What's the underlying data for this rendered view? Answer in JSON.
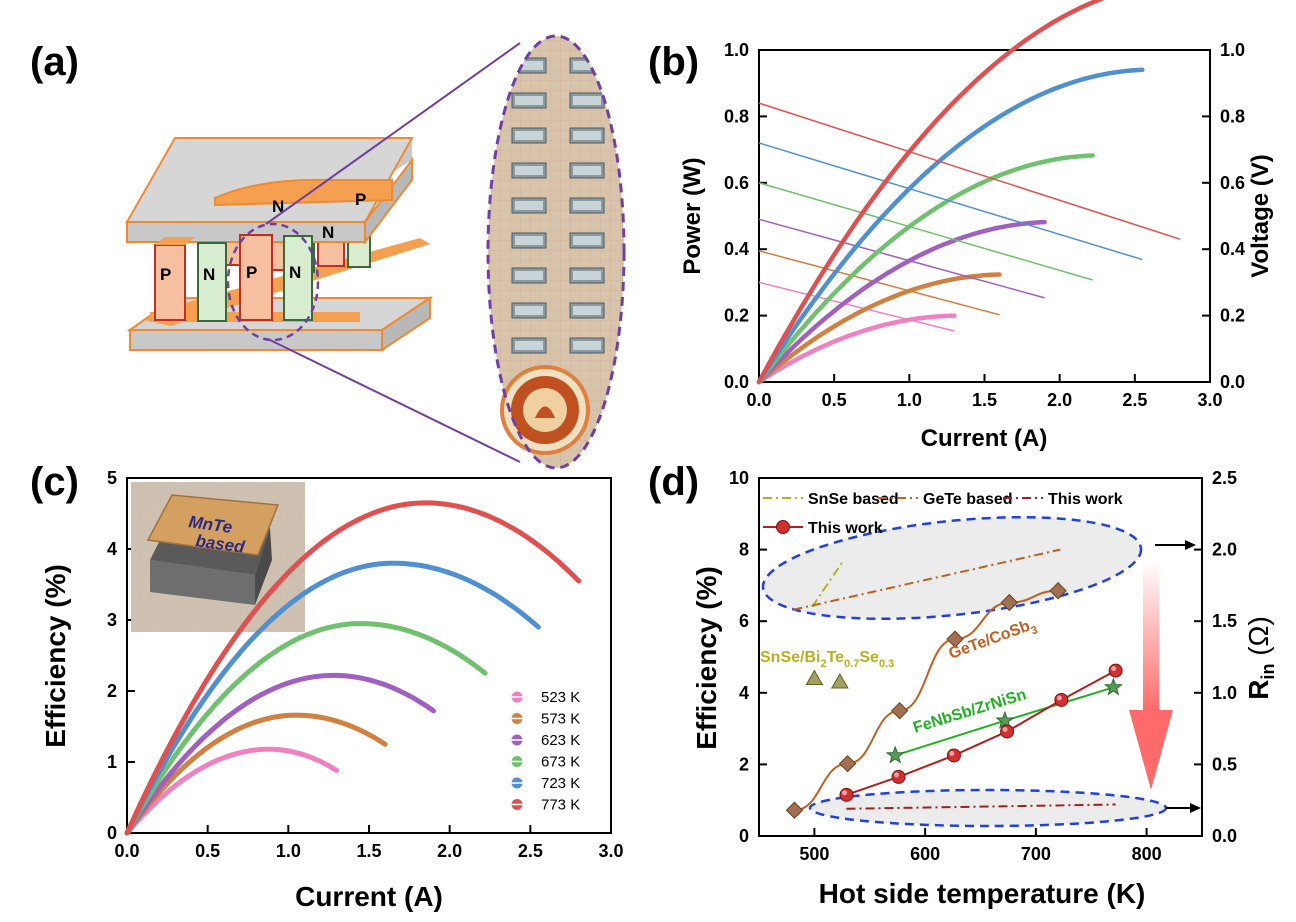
{
  "panels": {
    "a": {
      "label": "(a)",
      "leg_p": "P",
      "leg_n": "N",
      "inset_b": "MnTe",
      "inset_c": "based"
    },
    "b": {
      "label": "(b)"
    },
    "c": {
      "label": "(c)"
    },
    "d": {
      "label": "(d)"
    }
  },
  "colors": {
    "523": "#f080c0",
    "573": "#d08040",
    "623": "#a060c0",
    "673": "#70c070",
    "723": "#5090d0",
    "773": "#e05050"
  },
  "chart_data": [
    {
      "id": "b",
      "type": "line",
      "xlabel": "Current (A)",
      "ylabel": "Power (W)",
      "y2label": "Voltage (V)",
      "xlim": [
        0,
        3.0
      ],
      "ylim": [
        0,
        1.0
      ],
      "y2lim": [
        0,
        1.0
      ],
      "xticks": [
        "0.0",
        "0.5",
        "1.0",
        "1.5",
        "2.0",
        "2.5",
        "3.0"
      ],
      "yticks": [
        "0.0",
        "0.2",
        "0.4",
        "0.6",
        "0.8",
        "1.0"
      ],
      "y2ticks": [
        "0.0",
        "0.2",
        "0.4",
        "0.6",
        "0.8",
        "1.0"
      ],
      "series": [
        {
          "key": "523",
          "voc": 0.3,
          "isc": 1.3,
          "imax": 1.3
        },
        {
          "key": "573",
          "voc": 0.395,
          "isc": 1.6,
          "imax": 1.6
        },
        {
          "key": "623",
          "voc": 0.49,
          "isc": 1.92,
          "imax": 1.9
        },
        {
          "key": "673",
          "voc": 0.6,
          "isc": 2.22,
          "imax": 2.22
        },
        {
          "key": "723",
          "voc": 0.72,
          "isc": 2.55,
          "imax": 2.55
        },
        {
          "key": "773",
          "voc": 0.84,
          "isc": 2.8,
          "imax": 2.8
        }
      ]
    },
    {
      "id": "c",
      "type": "line",
      "xlabel": "Current (A)",
      "ylabel": "Efficiency (%)",
      "xlim": [
        0,
        3.0
      ],
      "ylim": [
        0,
        5
      ],
      "xticks": [
        "0.0",
        "0.5",
        "1.0",
        "1.5",
        "2.0",
        "2.5",
        "3.0"
      ],
      "yticks": [
        "0",
        "1",
        "2",
        "3",
        "4",
        "5"
      ],
      "series": [
        {
          "name": "523 K",
          "key": "523",
          "peak_i": 0.88,
          "peak_eff": 1.18,
          "imax": 1.3,
          "eff_end": 0.88
        },
        {
          "name": "573 K",
          "key": "573",
          "peak_i": 1.05,
          "peak_eff": 1.66,
          "imax": 1.6,
          "eff_end": 1.25
        },
        {
          "name": "623 K",
          "key": "623",
          "peak_i": 1.28,
          "peak_eff": 2.22,
          "imax": 1.9,
          "eff_end": 1.72
        },
        {
          "name": "673 K",
          "key": "673",
          "peak_i": 1.45,
          "peak_eff": 2.95,
          "imax": 2.22,
          "eff_end": 2.25
        },
        {
          "name": "723 K",
          "key": "723",
          "peak_i": 1.65,
          "peak_eff": 3.8,
          "imax": 2.55,
          "eff_end": 2.9
        },
        {
          "name": "773 K",
          "key": "773",
          "peak_i": 1.85,
          "peak_eff": 4.65,
          "imax": 2.8,
          "eff_end": 3.55
        }
      ]
    },
    {
      "id": "d",
      "type": "line",
      "xlabel": "Hot side temperature (K)",
      "ylabel": "Efficiency (%)",
      "y2label": "R",
      "y2label_sub": "in",
      "y2label_unit": " (Ω)",
      "xlim": [
        450,
        850
      ],
      "ylim": [
        0,
        10
      ],
      "y2lim": [
        0,
        2.5
      ],
      "xticks": [
        "500",
        "600",
        "700",
        "800"
      ],
      "yticks": [
        "0",
        "2",
        "4",
        "6",
        "8",
        "10"
      ],
      "y2ticks": [
        "0.0",
        "0.5",
        "1.0",
        "1.5",
        "2.0",
        "2.5"
      ],
      "legend": [
        {
          "name": "SnSe based",
          "color": "#b8b020"
        },
        {
          "name": "GeTe based",
          "color": "#c06020"
        },
        {
          "name": "This work",
          "color": "#a02020"
        },
        {
          "name": "This work",
          "color": "#b02020"
        }
      ],
      "annotations": {
        "snse_a": "SnSe/Bi",
        "snse_b": "2",
        "snse_c": "Te",
        "snse_d": "0.7",
        "snse_e": "Se",
        "snse_f": "0.3",
        "gete_a": "GeTe/CoSb",
        "gete_b": "3",
        "fenb": "FeNbSb/ZrNiSn"
      },
      "series": [
        {
          "name": "This work",
          "x": [
            529,
            576,
            626,
            674,
            723,
            772
          ],
          "y": [
            1.15,
            1.65,
            2.25,
            2.92,
            3.8,
            4.62
          ]
        },
        {
          "name": "GeTe/CoSb3",
          "x": [
            482,
            530,
            577,
            627,
            676,
            720
          ],
          "y": [
            0.72,
            2.02,
            3.5,
            5.5,
            6.52,
            6.85
          ]
        },
        {
          "name": "FeNbSb/ZrNiSn",
          "x": [
            573,
            672,
            770
          ],
          "y": [
            2.25,
            3.22,
            4.15
          ]
        },
        {
          "name": "SnSe/Bi2Te0.7Se0.3",
          "x": [
            500,
            523
          ],
          "y": [
            4.4,
            4.3
          ]
        },
        {
          "name": "SnSe based R_in",
          "x": [
            498,
            526
          ],
          "y2": [
            1.6,
            1.92
          ]
        },
        {
          "name": "GeTe based R_in",
          "x": [
            481,
            722
          ],
          "y2": [
            1.58,
            2.0
          ]
        },
        {
          "name": "This work R_in",
          "x": [
            529,
            772
          ],
          "y2": [
            0.19,
            0.22
          ]
        }
      ]
    }
  ]
}
